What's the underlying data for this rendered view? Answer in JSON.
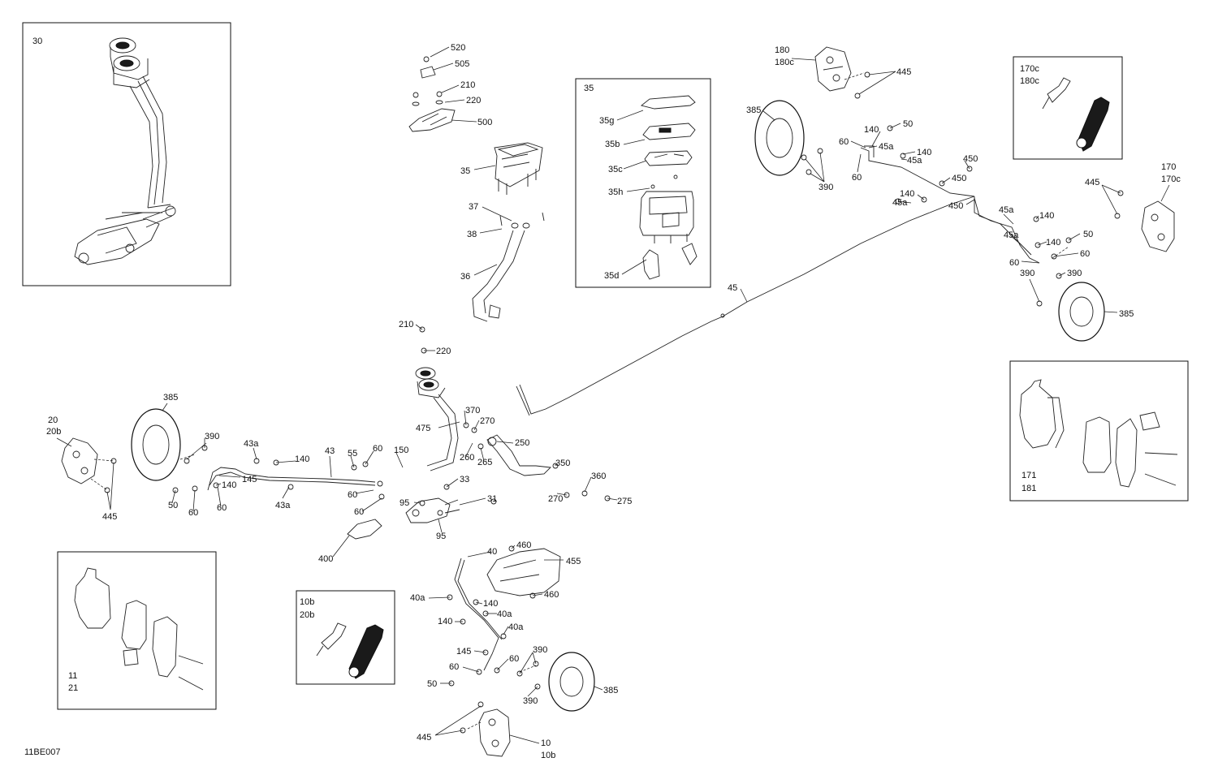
{
  "diagram": {
    "code": "11BE007",
    "colors": {
      "line": "#111111",
      "background": "#ffffff"
    },
    "inset_boxes": [
      {
        "id": "box-30",
        "labels": [
          "30"
        ]
      },
      {
        "id": "box-35",
        "labels": [
          "35"
        ]
      },
      {
        "id": "box-170c",
        "labels": [
          "170c",
          "180c"
        ]
      },
      {
        "id": "box-171",
        "labels": [
          "171",
          "181"
        ]
      },
      {
        "id": "box-11",
        "labels": [
          "11",
          "21"
        ]
      },
      {
        "id": "box-10b",
        "labels": [
          "10b",
          "20b"
        ]
      }
    ],
    "callouts": [
      "520",
      "505",
      "210",
      "220",
      "500",
      "35",
      "37",
      "38",
      "36",
      "35g",
      "35b",
      "35c",
      "35h",
      "35d",
      "180",
      "180c",
      "445",
      "385",
      "140",
      "50",
      "60",
      "45a",
      "390",
      "450",
      "45",
      "170",
      "170c",
      "20",
      "20b",
      "43a",
      "43",
      "55",
      "150",
      "475",
      "370",
      "270",
      "260",
      "265",
      "250",
      "350",
      "360",
      "275",
      "33",
      "31",
      "95",
      "400",
      "40",
      "460",
      "455",
      "40a",
      "145",
      "10",
      "10b"
    ]
  }
}
